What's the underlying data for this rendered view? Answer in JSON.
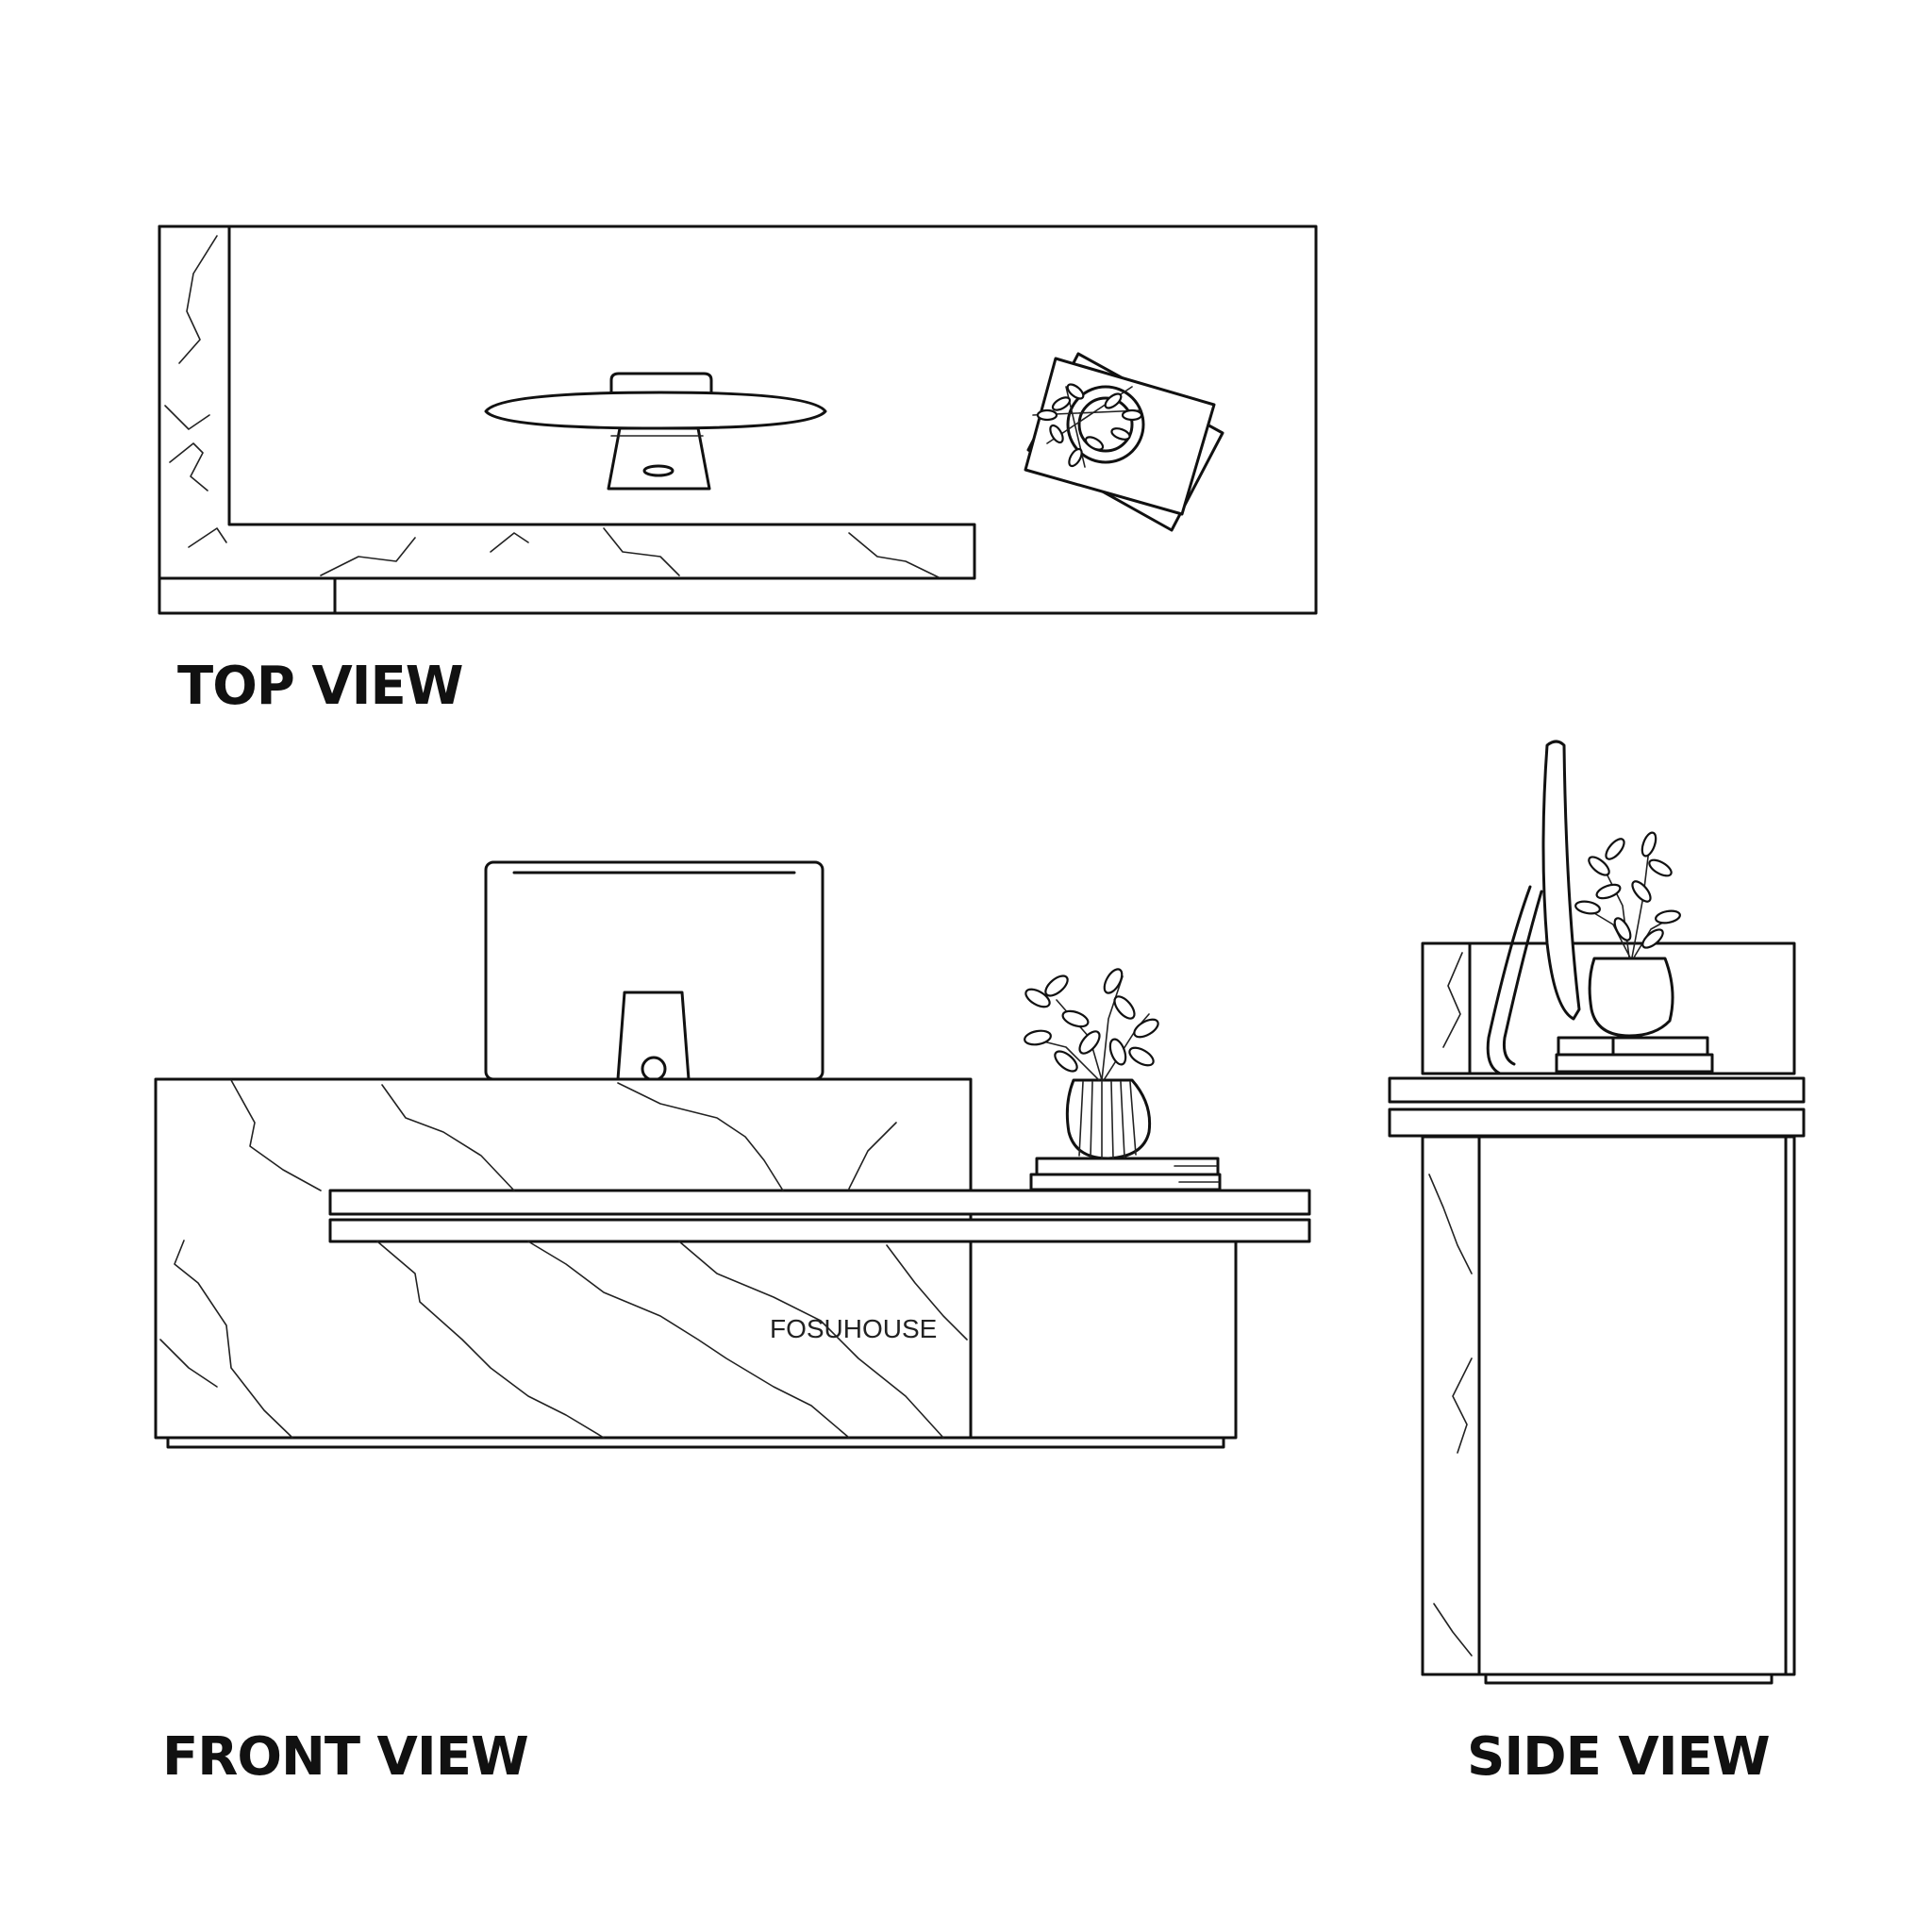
{
  "views": {
    "top": {
      "label": "TOP VIEW"
    },
    "front": {
      "label": "FRONT VIEW",
      "brand": "FOSUHOUSE"
    },
    "side": {
      "label": "SIDE VIEW"
    }
  },
  "colors": {
    "line": "#111111",
    "background": "#ffffff"
  },
  "icons": [
    "monitor-icon",
    "potted-plant-icon",
    "books-icon",
    "marble-vein-icon"
  ]
}
